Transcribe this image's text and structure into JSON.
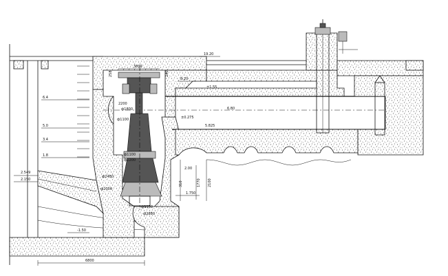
{
  "labels": {
    "el_top": "19.20",
    "el_floor": "8.20",
    "el_1": "6.4",
    "el_2": "5.0",
    "el_3": "3.4",
    "el_4": "1.8",
    "el_left1": "2.549",
    "el_left2": "2.150",
    "el_bottom": "-1.50",
    "el_axis": "±0.275",
    "el_pipe": "±1.55",
    "el_pipe_r": "6.80",
    "el_right_low": "5.825",
    "el_mid": "2.00",
    "el_low": "1.750",
    "dim_top_width": "3800",
    "dim_2200": "2200",
    "dim_1800": "ф1800",
    "dim_1100": "ф1100",
    "dim_1200": "ф1200",
    "dim_2480": "ф2480",
    "dim_2300": "ф2300",
    "dim_1150": "ф1150",
    "dim_2880": "ф2880",
    "dim_bottom": "6800",
    "dim_310": "310",
    "dim_1770": "1770",
    "dim_2100": "2100",
    "dim_258": "258",
    "dim_240": "240"
  }
}
